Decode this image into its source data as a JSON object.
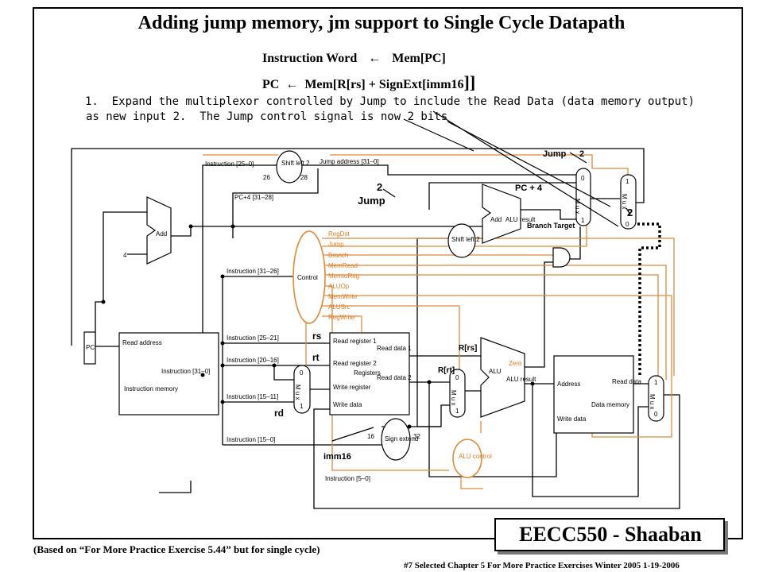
{
  "slide": {
    "title": "Adding jump memory, jm support to Single Cycle Datapath",
    "eq1_left": "Instruction Word",
    "eq1_right": "Mem[PC]",
    "eq2_left": "PC",
    "eq2_right": "Mem[R[rs] + SignExt[imm16",
    "eq2_brackets": "]]",
    "arrow": "←",
    "task_line1": "1.  Expand the multiplexor controlled by Jump to include the Read Data (data memory output)",
    "task_line2": "as new input 2.  The Jump control signal is now 2 bits",
    "badge": "EECC550 - Shaaban",
    "source_note": "(Based on “For More Practice Exercise 5.44” but for single cycle)",
    "footer": "#7   Selected Chapter  5 For More Practice Exercises   Winter 2005  1-19-2006"
  },
  "annotations": {
    "jump_top": "Jump",
    "two_top": "2",
    "pc_plus4": "PC + 4",
    "branch_target": "Branch Target",
    "two_left": "2",
    "jump_left": "Jump",
    "two_right": "2",
    "rs": "rs",
    "rt": "rt",
    "rd": "rd",
    "imm16": "imm16",
    "r_rs": "R[rs]",
    "r_rt": "R[rt]"
  },
  "diagram": {
    "instr_25_0": "Instruction [25–0]",
    "shift_left2": "Shift left 2",
    "jump_address": "Jump address [31–0]",
    "n26": "26",
    "n28": "28",
    "pc4_31_28": "PC+4 [31–28]",
    "add": "Add",
    "four": "4",
    "alu_result": "ALU result",
    "instr_31_26": "Instruction [31–26]",
    "control": "Control",
    "signals": [
      "RegDst",
      "Jump",
      "Branch",
      "MemRead",
      "MemtoReg",
      "ALUOp",
      "MemWrite",
      "ALUSrc",
      "RegWrite"
    ],
    "pc": "PC",
    "read_address": "Read address",
    "instruction_31_0": "Instruction [31–0]",
    "instruction_memory": "Instruction memory",
    "instr_25_21": "Instruction [25–21]",
    "instr_20_16": "Instruction [20–16]",
    "instr_15_11": "Instruction [15–11]",
    "instr_15_0": "Instruction [15–0]",
    "instr_5_0": "Instruction [5–0]",
    "read_register1": "Read register 1",
    "read_register2": "Read register 2",
    "write_register": "Write register",
    "write_data": "Write data",
    "read_data1": "Read data 1",
    "read_data2": "Read data 2",
    "registers": "Registers",
    "sign_extend": "Sign extend",
    "n16": "16",
    "n32": "32",
    "alu": "ALU",
    "zero": "Zero",
    "alu_control": "ALU control",
    "address": "Address",
    "read_data": "Read data",
    "data_memory": "Data memory",
    "mux": "M u x",
    "zero_in": "0",
    "one_in": "1",
    "two_in": "2"
  }
}
